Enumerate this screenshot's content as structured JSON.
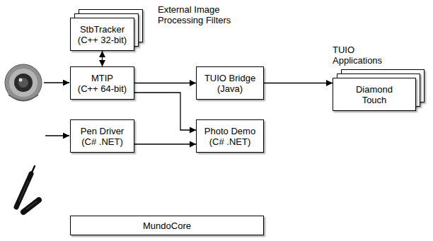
{
  "diagram": {
    "nodes": [
      {
        "text": [
          "External Image Processing Filters",
          "StbTracker (C++ 32-bit)"
        ]
      },
      {
        "text": [
          "MTIP (C++ 64-bit)"
        ]
      },
      {
        "text": [
          "TUIO Bridge (Java)"
        ]
      },
      {
        "text": [
          "TUIO Applications",
          "Diamond Touch"
        ]
      },
      {
        "text": [
          "Pen Driver (C# .NET)"
        ]
      },
      {
        "text": [
          "Photo Demo (C# .NET)"
        ]
      },
      {
        "text": [
          "MundoCore"
        ]
      }
    ],
    "edges": [
      {
        "from": 0,
        "to": 1,
        "arrow": "both"
      },
      {
        "from": 1,
        "to": 2,
        "arrow": "to"
      },
      {
        "from": 2,
        "to": 3,
        "arrow": "to"
      },
      {
        "from": 1,
        "to": 5,
        "arrow": "to"
      },
      {
        "from": 4,
        "to": 5,
        "arrow": "to"
      }
    ]
  }
}
